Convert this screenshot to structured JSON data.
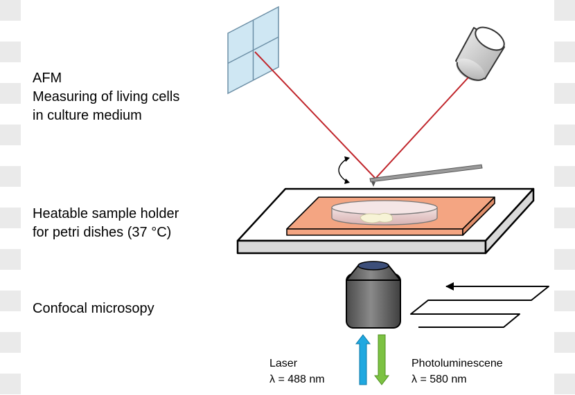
{
  "labels": {
    "afm": {
      "line1": "AFM",
      "line2": "Measuring of living cells",
      "line3": "in culture medium"
    },
    "holder": {
      "line1": "Heatable sample holder",
      "line2": "for petri dishes (37 °C)"
    },
    "confocal": "Confocal microsopy",
    "laser": {
      "line1": "Laser",
      "line2": "λ = 488 nm"
    },
    "photo": {
      "line1": "Photoluminescene",
      "line2": "λ = 580 nm"
    }
  },
  "colors": {
    "laser_beam": "#c0242a",
    "heater_plate": "#f4a582",
    "stage": "#d9d9d9",
    "objective": "#5f5f5f",
    "laser_arrow": "#1fa8e0",
    "photo_arrow": "#7cc242",
    "detector": "#cfe7f3"
  }
}
